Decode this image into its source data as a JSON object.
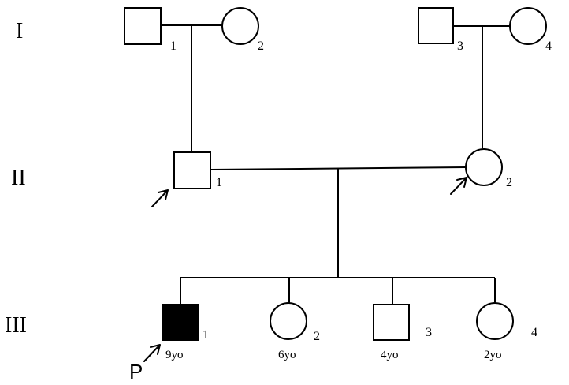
{
  "generations": [
    {
      "label": "I"
    },
    {
      "label": "II"
    },
    {
      "label": "III"
    }
  ],
  "individuals": {
    "I-1": {
      "sex": "male",
      "number": "1"
    },
    "I-2": {
      "sex": "female",
      "number": "2"
    },
    "I-3": {
      "sex": "male",
      "number": "3"
    },
    "I-4": {
      "sex": "female",
      "number": "4"
    },
    "II-1": {
      "sex": "male",
      "number": "1"
    },
    "II-2": {
      "sex": "female",
      "number": "2"
    },
    "III-1": {
      "sex": "male",
      "number": "1",
      "age": "9yo",
      "affected": true
    },
    "III-2": {
      "sex": "female",
      "number": "2",
      "age": "6yo"
    },
    "III-3": {
      "sex": "male",
      "number": "3",
      "age": "4yo"
    },
    "III-4": {
      "sex": "female",
      "number": "4",
      "age": "2yo"
    }
  },
  "proband": {
    "label": "P"
  }
}
